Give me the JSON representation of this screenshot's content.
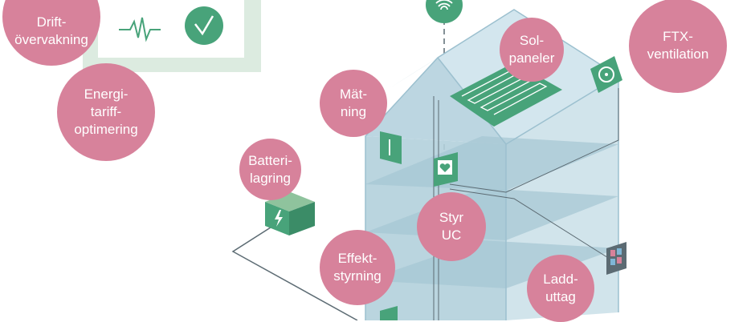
{
  "colors": {
    "bubble": "#d7829b",
    "house_glass": "#b7d3df",
    "house_edge": "#9cc0cf",
    "panel_green": "#48a37a",
    "monitor_frame": "#dcebe0",
    "line": "#5c6b73"
  },
  "icons": [
    "wifi-icon",
    "check-icon",
    "heartbeat-icon",
    "lightning-icon",
    "fan-icon",
    "thermometer-icon",
    "heart-icon"
  ],
  "labels": {
    "drift": "Drift-\növervakning",
    "energi": "Energi-\ntariff-\noptimering",
    "batteri": "Batteri-\nlagring",
    "matning": "Mät-\nning",
    "sol": "Sol-\npaneler",
    "ftx": "FTX-\nventilation",
    "styr": "Styr\nUC",
    "effekt": "Effekt-\nstyrning",
    "ladd": "Ladd-\nuttag"
  }
}
